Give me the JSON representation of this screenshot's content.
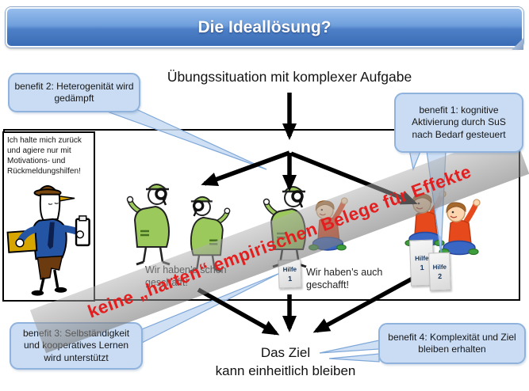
{
  "title": "Die Ideallösung?",
  "heading": "Übungssituation mit komplexer Aufgabe",
  "teacher_box": {
    "text": "Ich halte mich zurück und agiere nur mit Motivations- und Rückmeldungshilfen!"
  },
  "callouts": {
    "benefit1": "benefit 1: kognitive Aktivierung durch SuS nach Bedarf gesteuert",
    "benefit2": "benefit 2: Heterogenität wird gedämpft",
    "benefit3": "benefit 3: Selbstän­digkeit und kooperatives Lernen wird unterstützt",
    "benefit4": "benefit 4: Komplexität und Ziel bleiben erhalten"
  },
  "speech": {
    "left_group": "Wir haben’s schon geschafft!",
    "middle_group": "Wir haben’s auch geschafft!"
  },
  "hilfe_cards": [
    {
      "label": "Hilfe",
      "number": "1"
    },
    {
      "label": "Hilfe",
      "number": "1"
    },
    {
      "label": "Hilfe",
      "number": "2"
    }
  ],
  "goal": {
    "line1": "Das Ziel",
    "line2": "kann einheitlich bleiben"
  },
  "watermark": {
    "text": "keine „harten“ empirischen Belege für Effekte"
  },
  "icons": {
    "teacher_figure": "teacher-with-clipboard-cartoon",
    "detective_figure": "green-coat-magnifier-kid-cartoon",
    "kid_figure": "hand-raising-kid-cartoon"
  },
  "colors": {
    "title_bar_blue": "#4f81bd",
    "callout_fill": "#c9dcf4",
    "callout_border": "#8fb3dd",
    "watermark_red": "#e31e1e",
    "watermark_band_gray": "rgba(150,150,150,0.55)",
    "detective_green": "#9cc95c",
    "kid_shirt_orange": "#e6491c",
    "arrow_black": "#000000"
  }
}
